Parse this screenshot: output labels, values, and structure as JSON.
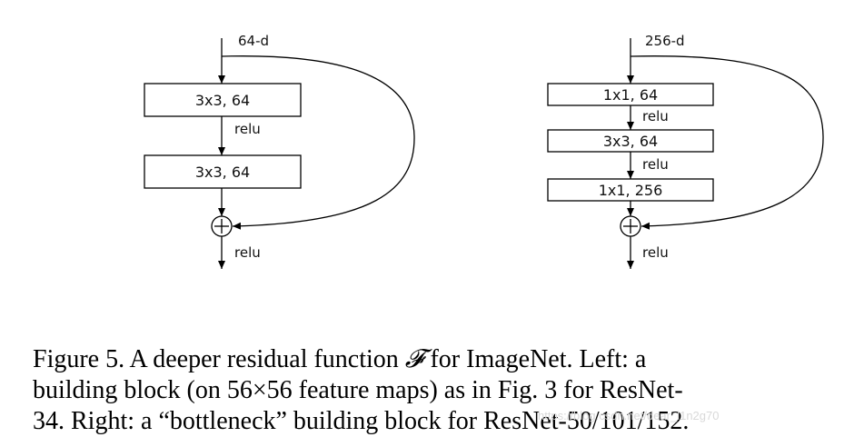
{
  "left_block": {
    "input_label": "64-d",
    "layers": [
      "3x3, 64",
      "3x3, 64"
    ],
    "activations": [
      "relu",
      "relu"
    ]
  },
  "right_block": {
    "input_label": "256-d",
    "layers": [
      "1x1, 64",
      "3x3, 64",
      "1x1, 256"
    ],
    "activations": [
      "relu",
      "relu",
      "relu"
    ]
  },
  "caption": {
    "line1_before": "Figure 5. A deeper residual function ",
    "symbol": "𝓕",
    "line1_after": " for ImageNet.  Left: a",
    "line2": "building block (on 56×56 feature maps) as in Fig. 3 for ResNet-",
    "line3": "34. Right: a “bottleneck” building block for ResNet-50/101/152."
  },
  "watermark": "https://blog.csdn.net/dear_l1n2g70"
}
